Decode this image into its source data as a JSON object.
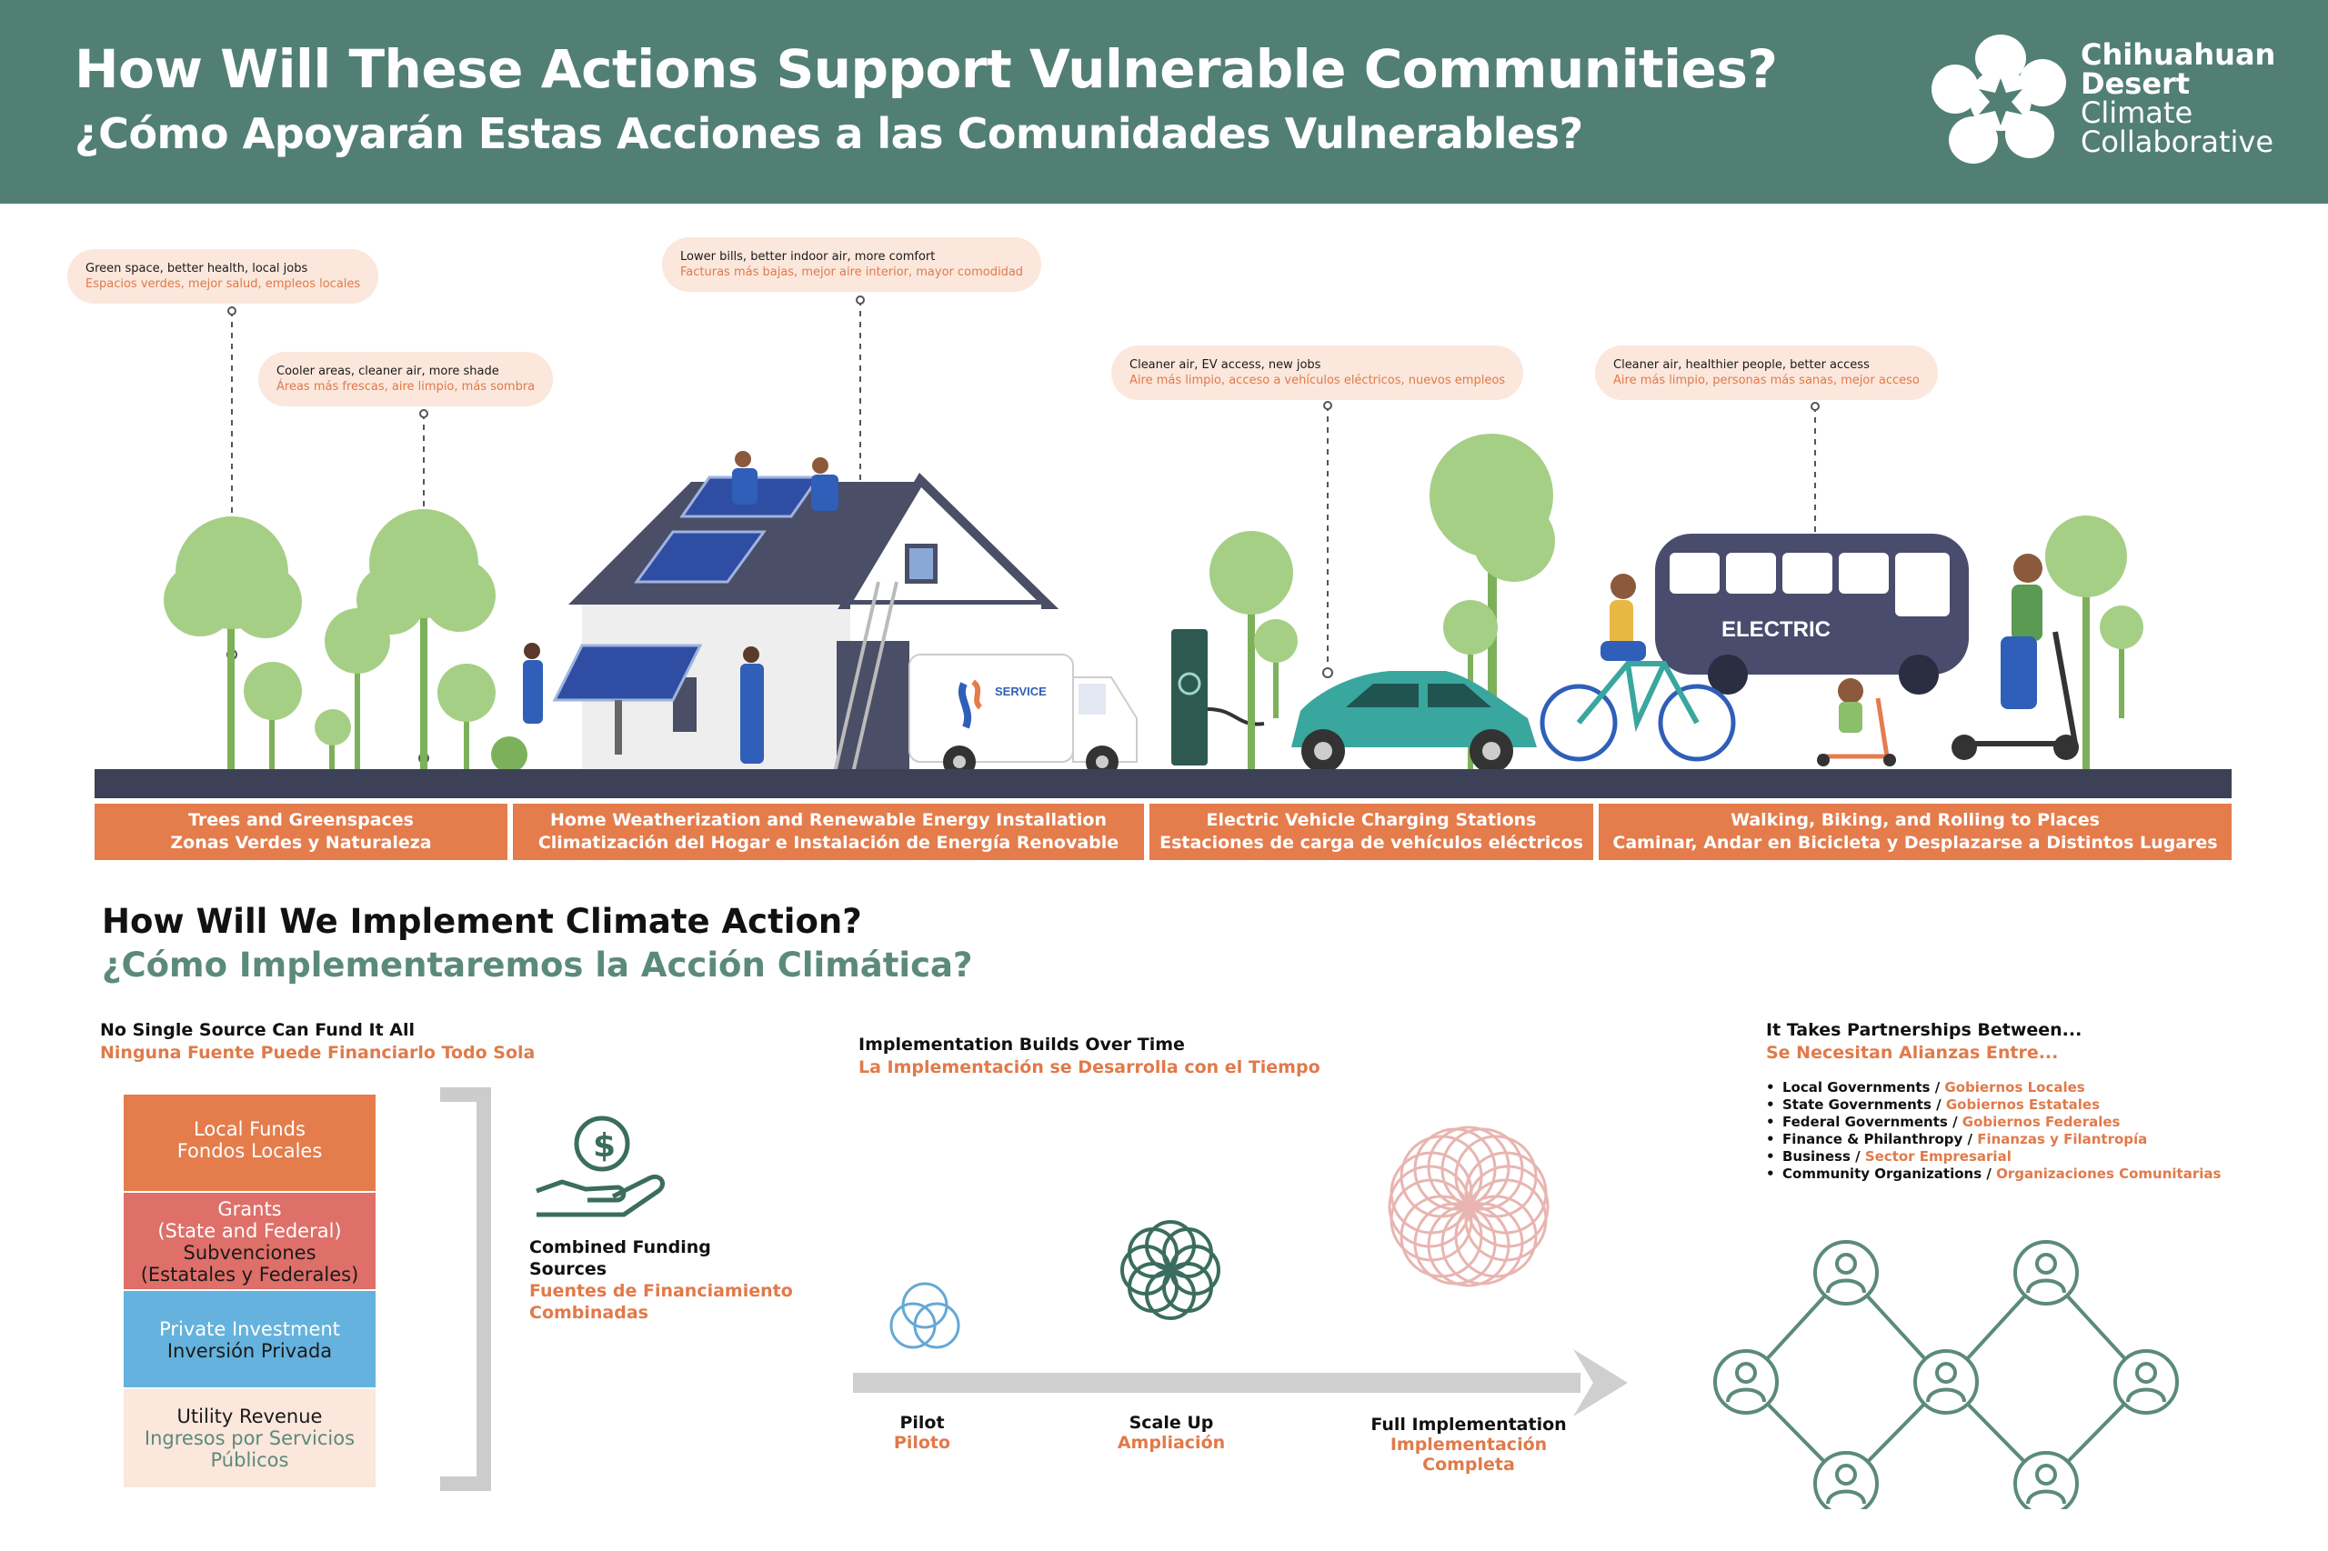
{
  "header": {
    "title_en": "How Will These Actions Support Vulnerable Communities?",
    "title_es": "¿Cómo Apoyarán Estas Acciones a las Comunidades Vulnerables?",
    "logo": {
      "line1": "Chihuahuan",
      "line2": "Desert",
      "line3": "Climate",
      "line4": "Collaborative"
    }
  },
  "benefits": [
    {
      "en": "Green space, better health, local jobs",
      "es": "Espacios verdes, mejor salud, empleos locales"
    },
    {
      "en": "Cooler areas, cleaner air, more shade",
      "es": "Áreas más frescas, aire limpio, más sombra"
    },
    {
      "en": "Lower bills, better indoor air, more comfort",
      "es": "Facturas más bajas, mejor aire interior, mayor comodidad"
    },
    {
      "en": "Cleaner air, EV access, new jobs",
      "es": "Aire más limpio, acceso a vehículos eléctricos, nuevos empleos"
    },
    {
      "en": "Cleaner air, healthier people, better access",
      "es": "Aire más limpio, personas más sanas, mejor acceso"
    }
  ],
  "scene": {
    "bus_label": "ELECTRIC",
    "van_label": "SERVICE"
  },
  "categories": [
    {
      "en": "Trees and Greenspaces",
      "es": "Zonas Verdes y Naturaleza"
    },
    {
      "en": "Home Weatherization and Renewable Energy Installation",
      "es": "Climatización del Hogar e Instalación de Energía Renovable"
    },
    {
      "en": "Electric Vehicle Charging Stations",
      "es": "Estaciones de carga de vehículos eléctricos"
    },
    {
      "en": "Walking, Biking, and Rolling to Places",
      "es": "Caminar, Andar en Bicicleta y Desplazarse a Distintos Lugares"
    }
  ],
  "implementation": {
    "title_en": "How Will We Implement Climate Action?",
    "title_es": "¿Cómo Implementaremos la Acción Climática?"
  },
  "funding": {
    "heading_en": "No Single Source Can Fund It All",
    "heading_es": "Ninguna Fuente Puede Financiarlo Todo Sola",
    "sources": [
      {
        "lines": [
          "Local Funds",
          "Fondos Locales"
        ],
        "color": "#e47c4c"
      },
      {
        "lines": [
          "Grants",
          "(State and Federal)",
          "Subvenciones",
          "(Estatales y Federales)"
        ],
        "color": "#df6f69"
      },
      {
        "lines": [
          "Private Investment",
          "Inversión Privada"
        ],
        "color": "#64b2dd"
      },
      {
        "lines": [
          "Utility Revenue",
          "Ingresos por Servicios",
          "Públicos"
        ],
        "color": "#fbe7dc"
      }
    ],
    "combined_en_1": "Combined Funding",
    "combined_en_2": "Sources",
    "combined_es_1": "Fuentes de Financiamiento",
    "combined_es_2": "Combinadas"
  },
  "timeline": {
    "heading_en": "Implementation Builds Over Time",
    "heading_es": "La Implementación se Desarrolla con el Tiempo",
    "stages": [
      {
        "en": "Pilot",
        "es": "Piloto"
      },
      {
        "en": "Scale Up",
        "es": "Ampliación"
      },
      {
        "en": "Full Implementation",
        "es_1": "Implementación",
        "es_2": "Completa"
      }
    ]
  },
  "partners": {
    "heading_en": "It Takes Partnerships Between...",
    "heading_es": "Se Necesitan Alianzas Entre...",
    "items": [
      {
        "en": "Local Governments",
        "es": "Gobiernos Locales"
      },
      {
        "en": "State Governments",
        "es": "Gobiernos Estatales"
      },
      {
        "en": "Federal Governments",
        "es": "Gobiernos Federales"
      },
      {
        "en": "Finance & Philanthropy",
        "es": "Finanzas y Filantropía"
      },
      {
        "en": "Business",
        "es": "Sector Empresarial"
      },
      {
        "en": "Community Organizations",
        "es": "Organizaciones Comunitarias"
      }
    ]
  },
  "colors": {
    "header_green": "#527f74",
    "accent_orange": "#e47c4c",
    "text_orange": "#e07a4a",
    "bubble_peach": "#fbe7dc",
    "road_navy": "#3c4158",
    "tree_green": "#a6cf86",
    "network_green": "#5b8a7c"
  }
}
